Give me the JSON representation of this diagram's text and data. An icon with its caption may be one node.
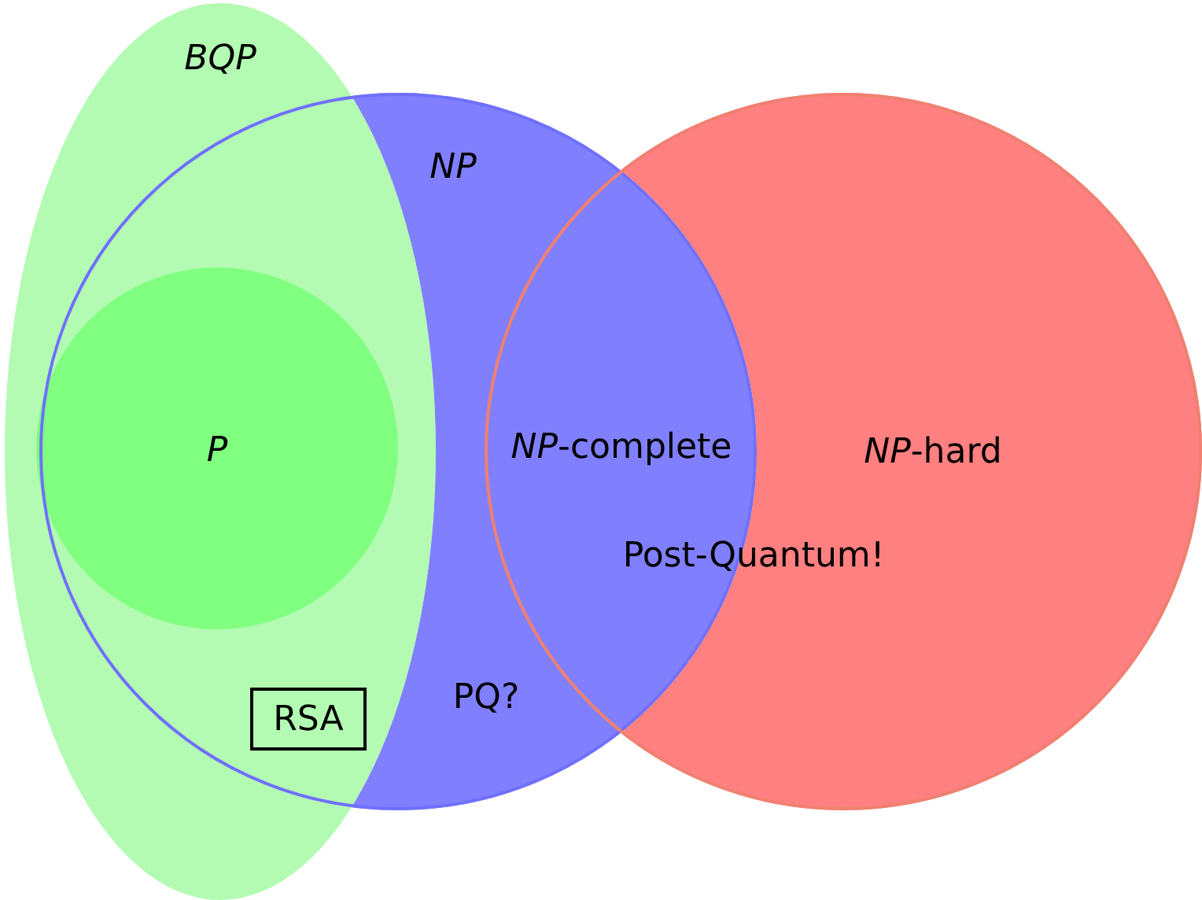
{
  "diagram": {
    "nodes": [
      {
        "text": [
          "BQP"
        ]
      },
      {
        "text": [
          "NP"
        ]
      },
      {
        "text": [
          "P"
        ]
      },
      {
        "text": [
          "*NP*-hard"
        ]
      },
      {
        "text": [
          "RSA"
        ]
      }
    ],
    "labels": [
      "*NP*-complete",
      "Post-Quantum!",
      "PQ?"
    ]
  }
}
